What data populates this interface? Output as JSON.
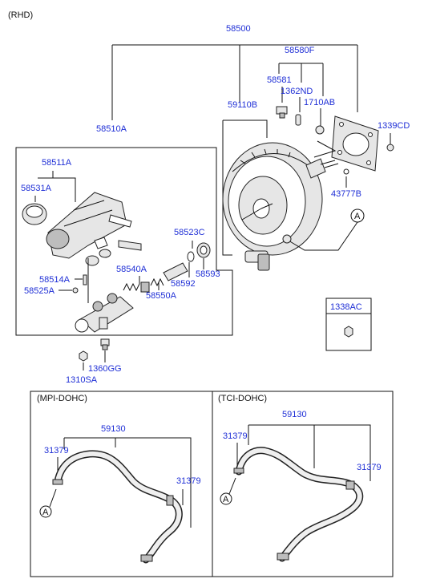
{
  "header": {
    "variant": "(RHD)"
  },
  "labels": {
    "p58500": "58500",
    "p58580F": "58580F",
    "p58581": "58581",
    "p1362ND": "1362ND",
    "p1710AB": "1710AB",
    "p59110B": "59110B",
    "p1339CD": "1339CD",
    "p58510A": "58510A",
    "p58511A": "58511A",
    "p58531A": "58531A",
    "p43777B": "43777B",
    "p58523C": "58523C",
    "p58540A": "58540A",
    "p58593": "58593",
    "p58592": "58592",
    "p58550A": "58550A",
    "p58514A": "58514A",
    "p58525A": "58525A",
    "p1360GG": "1360GG",
    "p1310SA": "1310SA",
    "p1338AC": "1338AC",
    "callout": "A"
  },
  "panels": {
    "mpi": {
      "title": "(MPI-DOHC)",
      "hose": "59130",
      "clampTop": "31379",
      "clampRight": "31379",
      "callout": "A"
    },
    "tci": {
      "title": "(TCI-DOHC)",
      "hose": "59130",
      "clampTop": "31379",
      "clampRight": "31379",
      "callout": "A"
    }
  },
  "colors": {
    "partLabel": "#1f2fd6",
    "line": "#111111"
  }
}
